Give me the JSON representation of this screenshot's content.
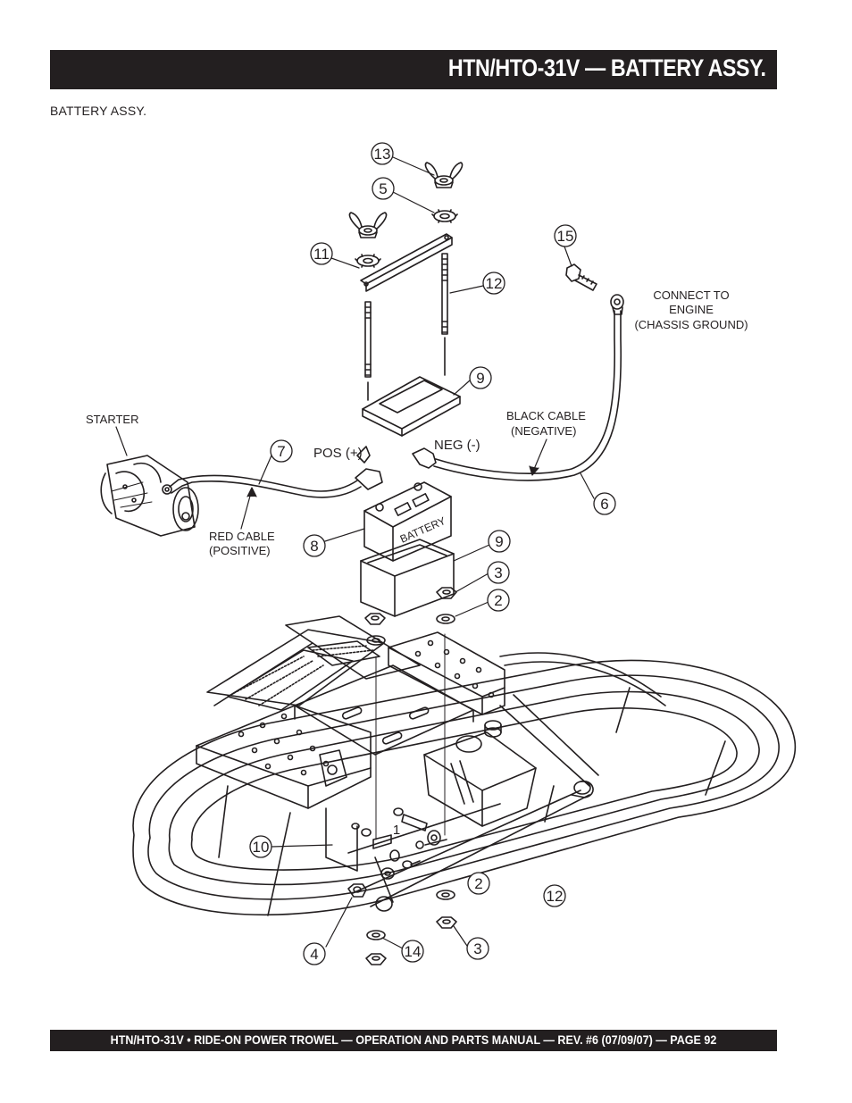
{
  "header": {
    "title": "HTN/HTO-31V — BATTERY ASSY."
  },
  "section_label": "BATTERY ASSY.",
  "callouts": [
    "13",
    "5",
    "11",
    "12",
    "15",
    "9",
    "7",
    "6",
    "8",
    "9",
    "3",
    "2",
    "10",
    "1",
    "2",
    "12",
    "4",
    "14",
    "3"
  ],
  "notes": {
    "connect_l1": "CONNECT TO",
    "connect_l2": "ENGINE",
    "connect_l3": "(CHASSIS GROUND)",
    "starter": "STARTER",
    "black_l1": "BLACK CABLE",
    "black_l2": "(NEGATIVE)",
    "pos": "POS (+)",
    "neg": "NEG (-)",
    "red_l1": "RED CABLE",
    "red_l2": "(POSITIVE)",
    "battery": "BATTERY"
  },
  "footer": {
    "text": "HTN/HTO-31V • RIDE-ON POWER TROWEL — OPERATION AND PARTS MANUAL — REV. #6 (07/09/07) — PAGE 92"
  }
}
